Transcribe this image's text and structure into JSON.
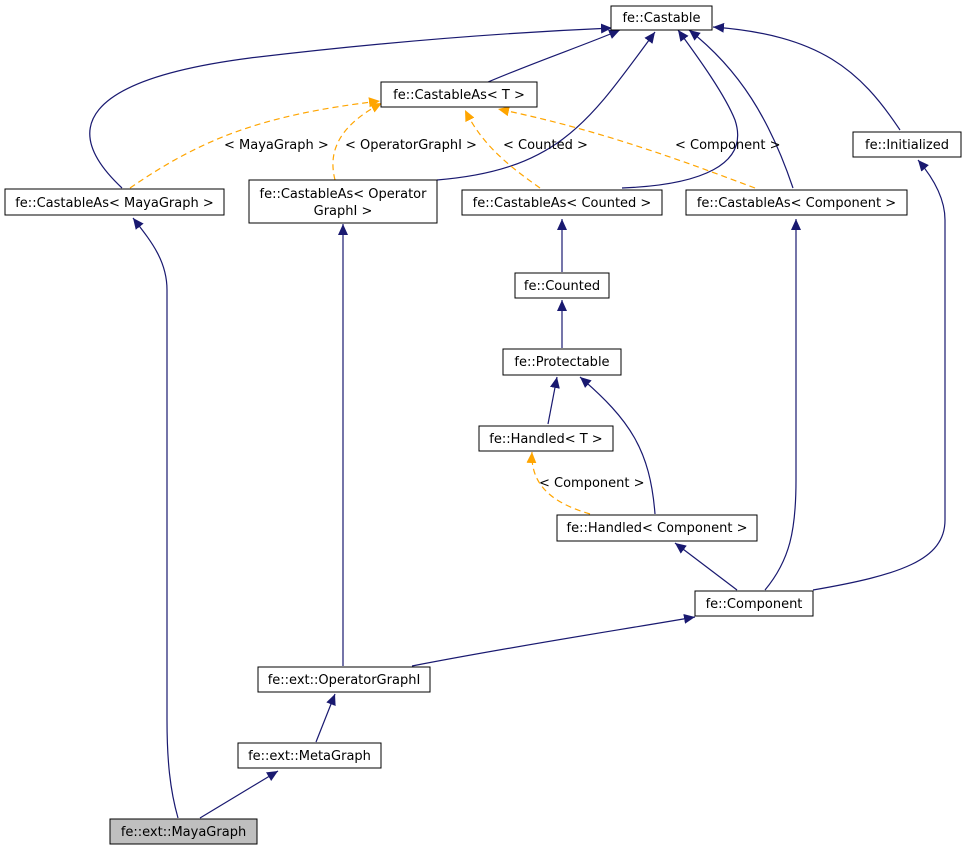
{
  "colors": {
    "inherit_edge": "#191970",
    "template_edge": "#ffa500",
    "node_border": "#000000",
    "highlight_fill": "#bfbfbf"
  },
  "nodes": {
    "castable": "fe::Castable",
    "castable_as_t": "fe::CastableAs< T >",
    "initialized": "fe::Initialized",
    "castable_as_mayagraph": "fe::CastableAs< MayaGraph >",
    "castable_as_operatorgraphi_line1": "fe::CastableAs< Operator",
    "castable_as_operatorgraphi_line2": "GraphI >",
    "castable_as_counted": "fe::CastableAs< Counted >",
    "castable_as_component": "fe::CastableAs< Component >",
    "counted": "fe::Counted",
    "protectable": "fe::Protectable",
    "handled_t": "fe::Handled< T >",
    "handled_component": "fe::Handled< Component >",
    "component": "fe::Component",
    "operatorgraphi": "fe::ext::OperatorGraphI",
    "metagraph": "fe::ext::MetaGraph",
    "mayagraph": "fe::ext::MayaGraph"
  },
  "edge_labels": {
    "mayagraph": "< MayaGraph >",
    "operatorgraphi": "< OperatorGraphI >",
    "counted": "< Counted >",
    "component_top": "< Component >",
    "component_handled": "< Component >"
  }
}
